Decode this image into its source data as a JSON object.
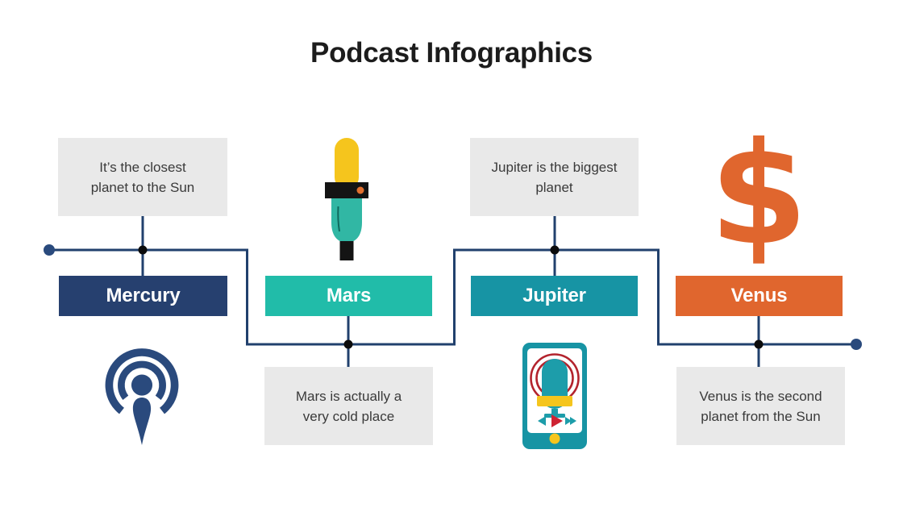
{
  "title": "Podcast Infographics",
  "dollar_glyph": "$",
  "palette": {
    "title-black": "#1c1c1c",
    "line-navy": "#21406d",
    "dot-black": "#0c0c0c",
    "end-dot-navy": "#2a4a7d",
    "box-gray": "#e9e9e9",
    "box-text": "#3a3a3a",
    "icon-navy": "#2a4a7d",
    "mic-yellow": "#f5c51d",
    "mic-teal": "#31b7a4",
    "mic-black": "#141414",
    "mic-slit-dark": "#0f6a5e",
    "mic-orange-dot": "#e2702f",
    "phone-teal": "#1794a4",
    "phone-mic-teal": "#1d9daa",
    "ring-red": "#b3232d",
    "play-red": "#ce2333",
    "dollar-orange": "#e0662e"
  },
  "items": [
    {
      "name": "Mercury",
      "fact": "It’s the closest\nplanet to the Sun",
      "banner_color": "#26406f",
      "icon": "podcast-icon",
      "fact_position": "above"
    },
    {
      "name": "Mars",
      "fact": "Mars is actually a\nvery cold place",
      "banner_color": "#21bca9",
      "icon": "microphone-icon",
      "fact_position": "below"
    },
    {
      "name": "Jupiter",
      "fact": "Jupiter is the biggest\nplanet",
      "banner_color": "#1794a4",
      "icon": "smartphone-player-icon",
      "fact_position": "above"
    },
    {
      "name": "Venus",
      "fact": "Venus is the second\nplanet from the Sun",
      "banner_color": "#e0662e",
      "icon": "dollar-icon",
      "fact_position": "below"
    }
  ]
}
